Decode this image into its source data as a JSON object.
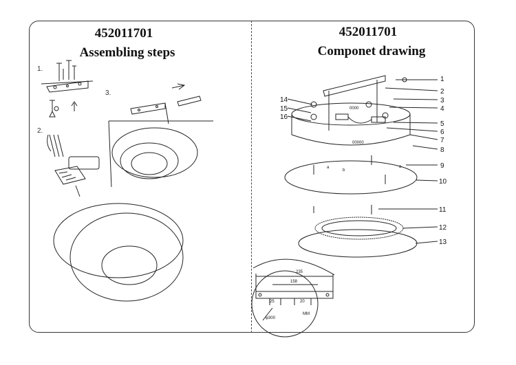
{
  "left_panel": {
    "model": "452011701",
    "title": "Assembling steps",
    "steps": [
      "1.",
      "2.",
      "3."
    ]
  },
  "right_panel": {
    "model": "452011701",
    "title": "Componet drawing",
    "callouts": [
      "1",
      "2",
      "3",
      "4",
      "5",
      "6",
      "7",
      "8",
      "9",
      "10",
      "11",
      "12",
      "13",
      "14",
      "15",
      "16"
    ],
    "marks": {
      "a": "a",
      "b": "b",
      "side_code": "00000",
      "top_code": "0000"
    }
  },
  "dimensions": {
    "overall": "235",
    "hole_spacing": "158",
    "slot_a": "25",
    "slot_b": "20",
    "diameter": "φ300",
    "unit": "MM"
  }
}
